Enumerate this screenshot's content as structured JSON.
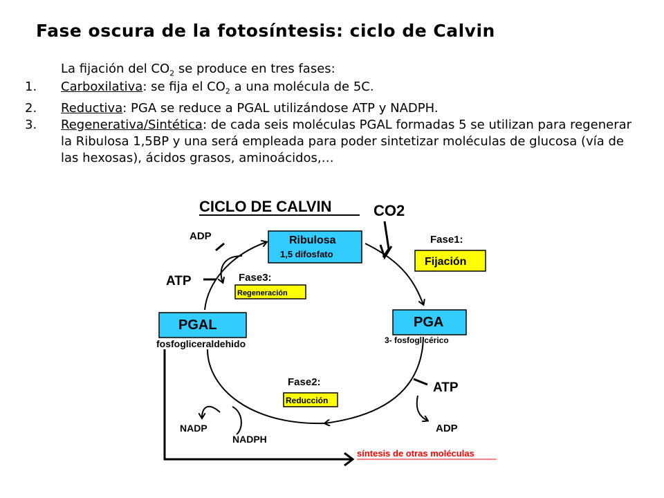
{
  "title": "Fase oscura de la fotosíntesis: ciclo de Calvin",
  "intro": {
    "pre": "La fijación del CO",
    "sub": "2",
    "post": " se produce en tres fases:"
  },
  "phases": [
    {
      "num": "1.",
      "term": "Carboxilativa",
      "pre": ": se fija el CO",
      "sub": "2",
      "post": " a una molécula de 5C."
    },
    {
      "num": "2.",
      "term": "Reductiva",
      "pre": ": PGA se reduce a PGAL utilizándose ATP y NADPH.",
      "sub": "",
      "post": ""
    },
    {
      "num": "3.",
      "term": "Regenerativa/Sintética",
      "pre": ": de cada seis moléculas PGAL formadas 5 se utilizan para regenerar la Ribulosa 1,5BP y una será empleada para poder sintetizar moléculas de glucosa (vía de las hexosas), ácidos grasos, aminoácidos,…",
      "sub": "",
      "post": ""
    }
  ],
  "diagram": {
    "heading": "CICLO DE CALVIN",
    "co2": "CO2",
    "ribulosa": {
      "line1": "Ribulosa",
      "line2": "1,5 difosfato"
    },
    "pga": {
      "label": "PGA",
      "sub": "3- fosfoglicérico"
    },
    "pgal": {
      "label": "PGAL",
      "sub": "fosfogliceraldehido"
    },
    "fase1": {
      "label": "Fase1:",
      "box": "Fijación"
    },
    "fase2": {
      "label": "Fase2:",
      "box": "Reducción"
    },
    "fase3": {
      "label": "Fase3:",
      "box": "Regeneración"
    },
    "adp_top": "ADP",
    "atp_top": "ATP",
    "atp_right": "ATP",
    "adp_right": "ADP",
    "nadp": "NADP",
    "nadph": "NADPH",
    "sintesis": "síntesis de otras moléculas"
  },
  "colors": {
    "cyan_box": "#33ccff",
    "yellow_box": "#ffff00",
    "sintesis_red": "#ff0000"
  }
}
